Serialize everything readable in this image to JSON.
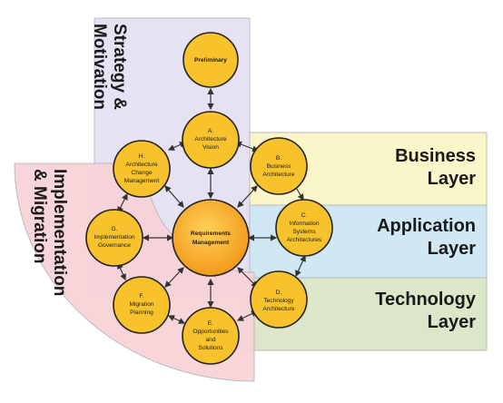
{
  "regions": {
    "strategy": {
      "line1": "Strategy &",
      "line2": "Motivation",
      "color": "#e5e1f3"
    },
    "implementation": {
      "line1": "Implementation",
      "line2": "& Migration",
      "color": "#f7d3d8"
    },
    "business": {
      "line1": "Business",
      "line2": "Layer",
      "color": "#fbf6c9"
    },
    "application": {
      "line1": "Application",
      "line2": "Layer",
      "color": "#cfe8f4"
    },
    "technology": {
      "line1": "Technology",
      "line2": "Layer",
      "color": "#dbe7c8"
    }
  },
  "nodes": {
    "preliminary": {
      "title": "Preliminary",
      "lines": []
    },
    "a": {
      "title": "A.",
      "lines": [
        "Architecture",
        "Vision"
      ]
    },
    "b": {
      "title": "B.",
      "lines": [
        "Business",
        "Architecture"
      ]
    },
    "c": {
      "title": "C.",
      "lines": [
        "Information",
        "Systems",
        "Architectures"
      ]
    },
    "d": {
      "title": "D.",
      "lines": [
        "Technology",
        "Architecture"
      ]
    },
    "e": {
      "title": "E.",
      "lines": [
        "Opportunities",
        "and",
        "Solutions"
      ]
    },
    "f": {
      "title": "F.",
      "lines": [
        "Migration",
        "Planning"
      ]
    },
    "g": {
      "title": "G.",
      "lines": [
        "Implementation",
        "Governance"
      ]
    },
    "h": {
      "title": "H.",
      "lines": [
        "Architecture",
        "Change",
        "Management"
      ]
    },
    "center": {
      "title": "Requirements",
      "lines": [
        "Management"
      ]
    }
  },
  "colors": {
    "node_fill": "#f7c22b",
    "center_fill": "#f6a623",
    "outline": "#222222"
  }
}
